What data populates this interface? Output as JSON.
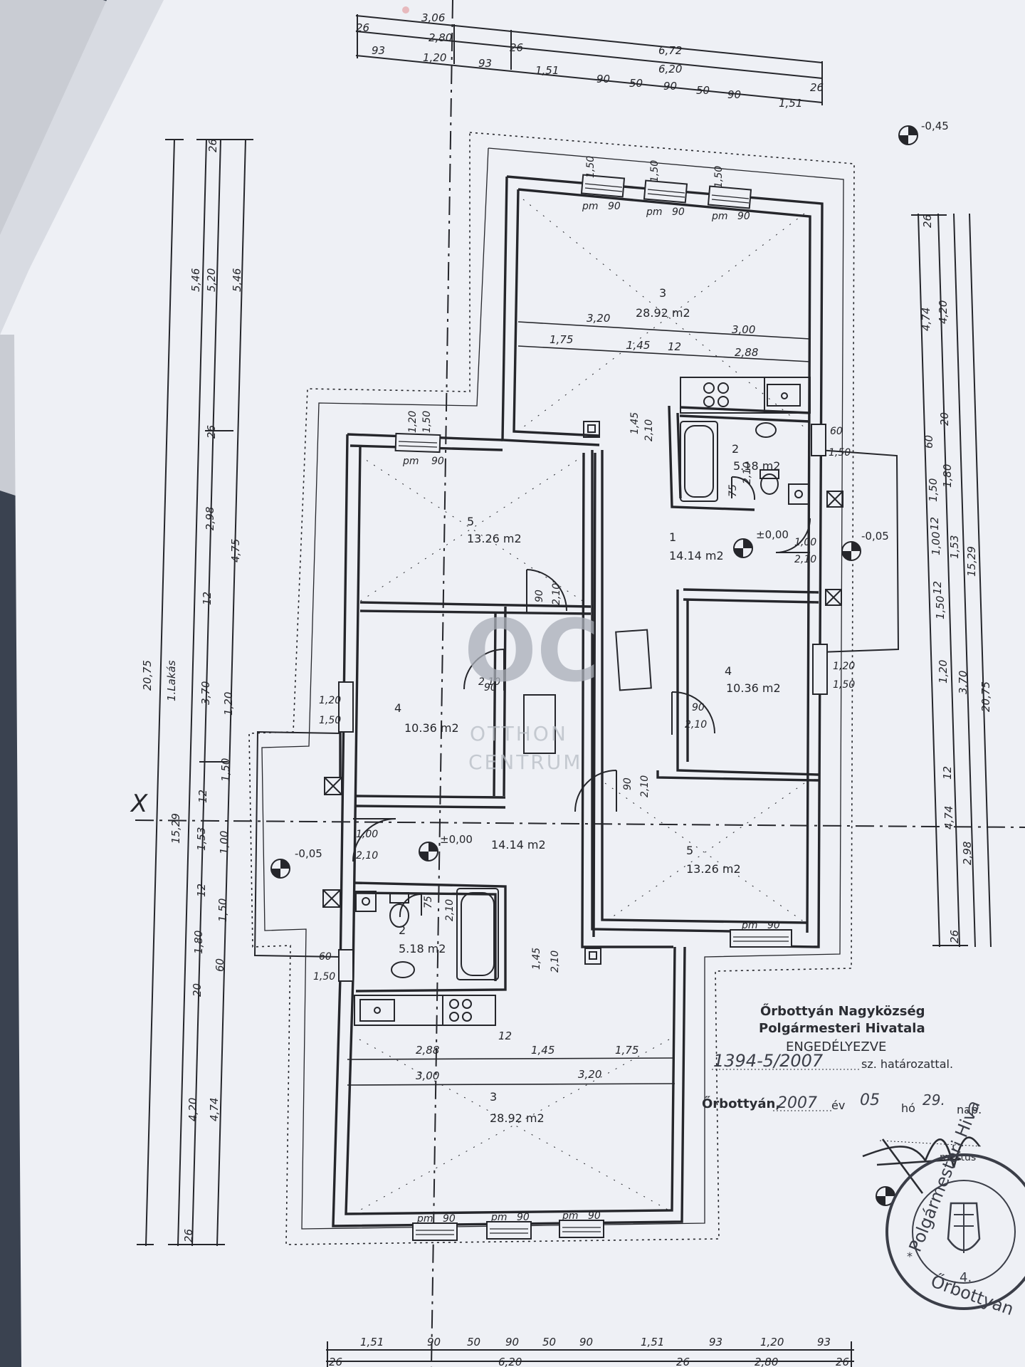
{
  "top_dims": {
    "row1": [
      "3,06",
      "6,72"
    ],
    "row2": [
      "26",
      "2,80",
      "26",
      "6,20"
    ],
    "row3": [
      "93",
      "1,20",
      "93",
      "1,51",
      "90",
      "50",
      "90",
      "50",
      "90",
      "1,51",
      "26"
    ]
  },
  "bottom_dims": {
    "row1": [
      "1,51",
      "90",
      "50",
      "90",
      "50",
      "90",
      "1,51",
      "93",
      "1,20",
      "93"
    ],
    "row2": [
      "26",
      "6,20",
      "26",
      "2,80",
      "26"
    ]
  },
  "left_dims": [
    "20,75",
    "1.Lakás",
    "15,29",
    "5,46",
    "5,20",
    "5,46",
    "26",
    "26",
    "2,98",
    "4,75",
    "12",
    "3,70",
    "1,20",
    "1,50",
    "12",
    "1,53",
    "1,00",
    "12",
    "1,50",
    "1,80",
    "60",
    "20",
    "4,20",
    "4,74",
    "26"
  ],
  "right_dims": [
    "26",
    "4,74",
    "4,20",
    "20",
    "60",
    "1,80",
    "1,50",
    "12",
    "1,00",
    "1,53",
    "12",
    "15,29",
    "1,50",
    "1,20",
    "3,70",
    "20,75",
    "12",
    "4,74",
    "2,98",
    "26"
  ],
  "rooms_right": [
    {
      "num": "3",
      "area": "28.92 m2"
    },
    {
      "num": "2",
      "area": "5.18 m2"
    },
    {
      "num": "1",
      "area": "14.14 m2"
    },
    {
      "num": "4",
      "area": "10.36 m2"
    },
    {
      "num": "5",
      "area": "13.26 m2"
    }
  ],
  "rooms_left": [
    {
      "num": "5",
      "area": "13.26 m2"
    },
    {
      "num": "4",
      "area": "10.36 m2"
    },
    {
      "num": "",
      "area": "14.14 m2"
    },
    {
      "num": "2",
      "area": "5.18 m2"
    },
    {
      "num": "3",
      "area": "28.92 m2"
    }
  ],
  "room3_dims_right": [
    "3,20",
    "3,00",
    "1,75",
    "1,45",
    "12",
    "2,88"
  ],
  "room3_dims_left": [
    "2,88",
    "12",
    "1,45",
    "1,75",
    "3,00",
    "3,20"
  ],
  "window_label": "pm",
  "window_dims": [
    "90",
    "1,50",
    "1,20",
    "60"
  ],
  "door_dims": [
    "90",
    "2,10",
    "1,00",
    "75",
    "1,45"
  ],
  "levels": [
    "±0,00",
    "-0,05",
    "-0,45"
  ],
  "axis_mark": "X",
  "watermark": {
    "logo": "OC",
    "line1": "OTTHON",
    "line2": "CENTRUM"
  },
  "stamp": {
    "line1": "Őrbottyán Nagyközség",
    "line2": "Polgármesteri Hivatala",
    "line3": "ENGEDÉLYEZVE",
    "handwritten_number": "1394-5/2007",
    "resolution_suffix": "sz. határozattal.",
    "place": "Őrbottyán,",
    "year": "2007",
    "year_suffix": "év",
    "month": "05",
    "month_suffix": "hó",
    "day": "29.",
    "day_suffix": "nap.",
    "signature_suffix": "mestus",
    "seal_text": "Polgármesteri Hiva",
    "seal_bottom": "Őrbottyán",
    "seal_number": "4.",
    "seal_star": "*"
  },
  "colors": {
    "ink": "#25262b",
    "paper": "#eef0f5",
    "background": "#3a4250",
    "watermark": "#b7bcc4"
  }
}
